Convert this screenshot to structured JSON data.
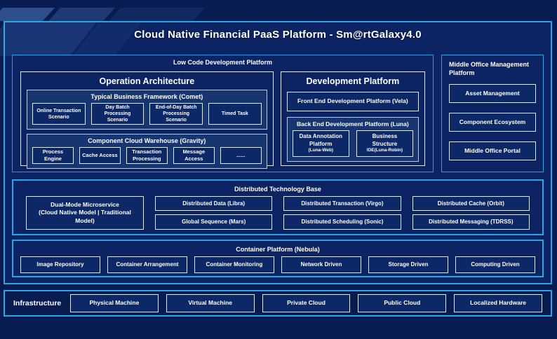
{
  "title": "Cloud Native Financial PaaS Platform - Sm@rtGalaxy4.0",
  "colors": {
    "background": "#081c52",
    "panel": "#0c2463",
    "sub_panel": "#17356f",
    "leaf": "#0d2867",
    "accent_border": "#2aa5e6",
    "leaf_border": "#dce8f6",
    "text": "#ffffff"
  },
  "low_code": {
    "label": "Low Code Development Platform",
    "operation_architecture": {
      "title": "Operation Architecture",
      "typical_framework": {
        "title": "Typical Business Framework (Comet)",
        "items": [
          "Online Transaction Scenario",
          "Day Batch Processing Scenario",
          "End-of-Day Batch Processing Scenario",
          "Timed Task"
        ]
      },
      "component_warehouse": {
        "title": "Component Cloud Warehouse (Gravity)",
        "items": [
          "Process Engine",
          "Cache Access",
          "Transaction Processing",
          "Message Access",
          "......"
        ]
      }
    },
    "development_platform": {
      "title": "Development Platform",
      "front_end": "Front End Development Platform (Vela)",
      "back_end": {
        "title": "Back End Development Platform (Luna)",
        "items": [
          {
            "label": "Data Annotation Platform",
            "sub": "(Luna-Web)"
          },
          {
            "label": "Business Structure",
            "sub": "IDE(Luna-Robin)"
          }
        ]
      }
    }
  },
  "middle_office": {
    "label": "Middle Office Management Platform",
    "items": [
      "Asset Management",
      "Component Ecosystem",
      "Middle Office Portal"
    ]
  },
  "distributed_base": {
    "label": "Distributed Technology Base",
    "dual_mode": {
      "line1": "Dual-Mode Microservice",
      "line2": "(Cloud Native Model | Traditional Model)"
    },
    "row1": [
      "Distributed Data (Libra)",
      "Distributed Transaction (Virgo)",
      "Distributed Cache (Orbit)"
    ],
    "row2": [
      "Global Sequence (Mars)",
      "Distributed Scheduling (Sonic)",
      "Distributed Messaging (TDRSS)"
    ]
  },
  "container_platform": {
    "label": "Container Platform (Nebula)",
    "items": [
      "Image Repository",
      "Container Arrangement",
      "Container Monitoring",
      "Network Driven",
      "Storage Driven",
      "Computing Driven"
    ]
  },
  "infrastructure": {
    "label": "Infrastructure",
    "items": [
      "Physical Machine",
      "Virtual Machine",
      "Private Cloud",
      "Public Cloud",
      "Localized Hardware"
    ]
  }
}
